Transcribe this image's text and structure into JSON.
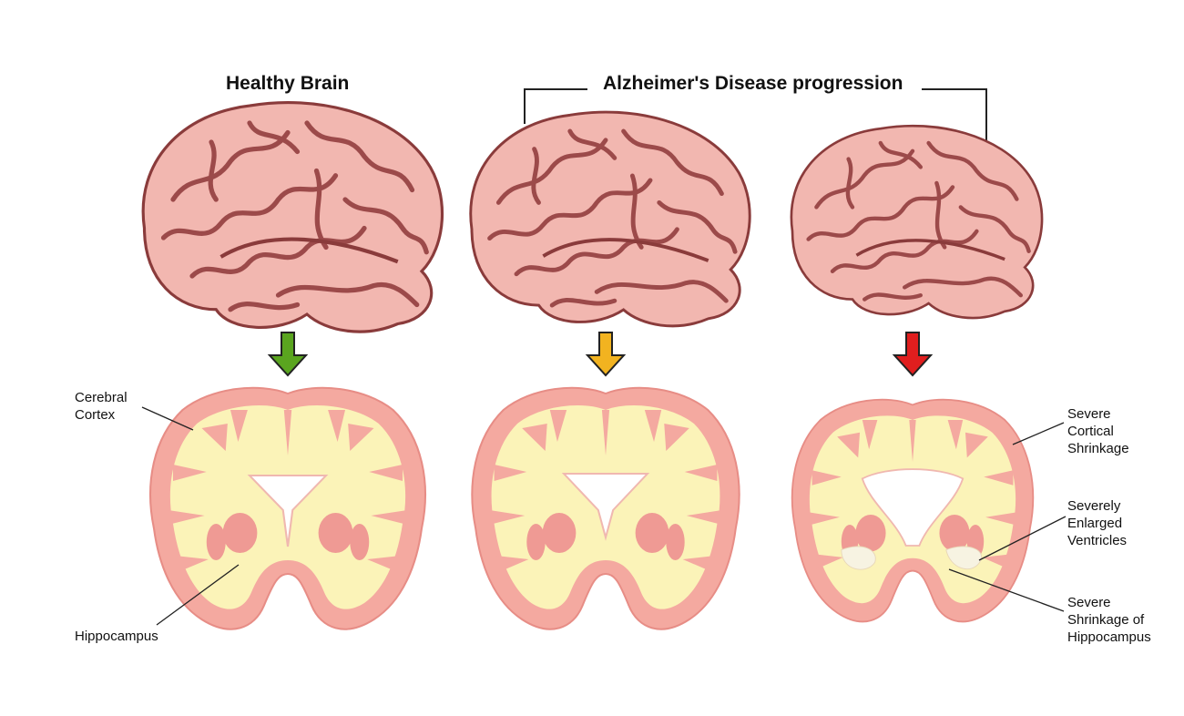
{
  "titles": {
    "healthy": "Healthy Brain",
    "progression": "Alzheimer's Disease progression"
  },
  "labels": {
    "cerebral_cortex": [
      "Cerebral",
      "Cortex"
    ],
    "hippocampus": [
      "Hippocampus"
    ],
    "cortical_shrinkage": [
      "Severe",
      "Cortical",
      "Shrinkage"
    ],
    "enlarged_ventricles": [
      "Severely",
      "Enlarged",
      "Ventricles"
    ],
    "hippocampus_shrinkage": [
      "Severe",
      "Shrinkage of",
      "Hippocampus"
    ]
  },
  "colors": {
    "brain_fill": "#f2b7b0",
    "brain_sulci": "#9c4a4a",
    "brain_outline": "#8a3b3b",
    "section_cortex": "#f4a9a0",
    "section_white_matter": "#fbf3b8",
    "section_deep": "#ef9a94",
    "arrow_healthy": "#5aa51f",
    "arrow_moderate": "#f2b320",
    "arrow_severe": "#e01e1e"
  },
  "icons": [
    "brain-lateral-icon",
    "brain-coronal-section-icon",
    "down-arrow-icon"
  ]
}
